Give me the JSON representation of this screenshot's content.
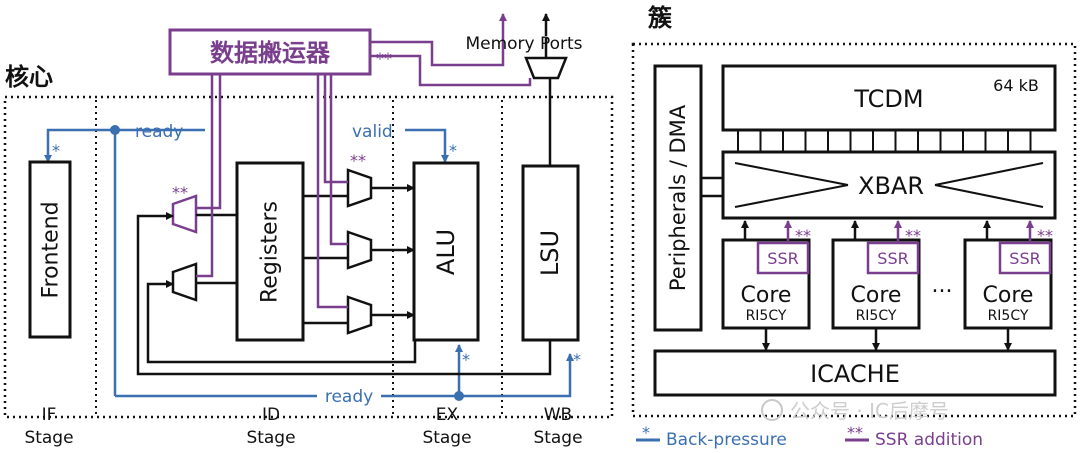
{
  "core_section": {
    "title": "核心",
    "ssr_engine_label": "数据搬运器",
    "memory_ports_label": "Memory Ports",
    "frontend_label": "Frontend",
    "registers_label": "Registers",
    "alu_label": "ALU",
    "lsu_label": "LSU",
    "ready_top_label": "ready",
    "valid_label": "valid",
    "ready_bottom_label": "ready",
    "stages": [
      {
        "line1": "IF",
        "line2": "Stage"
      },
      {
        "line1": "ID",
        "line2": "Stage"
      },
      {
        "line1": "EX",
        "line2": "Stage"
      },
      {
        "line1": "WB",
        "line2": "Stage"
      }
    ]
  },
  "cluster_section": {
    "title": "簇",
    "peripherals_label": "Peripherals / DMA",
    "tcdm_label": "TCDM",
    "tcdm_size": "64 kB",
    "xbar_label": "XBAR",
    "icache_label": "ICACHE",
    "ellipsis": "...",
    "cores": [
      {
        "ssr_label": "SSR",
        "core_label": "Core",
        "sub_label": "RI5CY"
      },
      {
        "ssr_label": "SSR",
        "core_label": "Core",
        "sub_label": "RI5CY"
      },
      {
        "ssr_label": "SSR",
        "core_label": "Core",
        "sub_label": "RI5CY"
      }
    ]
  },
  "markers": {
    "backpressure_symbol": "*",
    "ssr_symbol": "**"
  },
  "legend": {
    "backpressure_symbol": "*",
    "backpressure_label": "Back-pressure",
    "ssr_symbol": "**",
    "ssr_label": "SSR addition"
  },
  "watermark": "公众号 · IC后摩号",
  "colors": {
    "ssr_purple": "#7a3e8e",
    "backpressure_blue": "#3a6fb0",
    "line_black": "#111111"
  }
}
